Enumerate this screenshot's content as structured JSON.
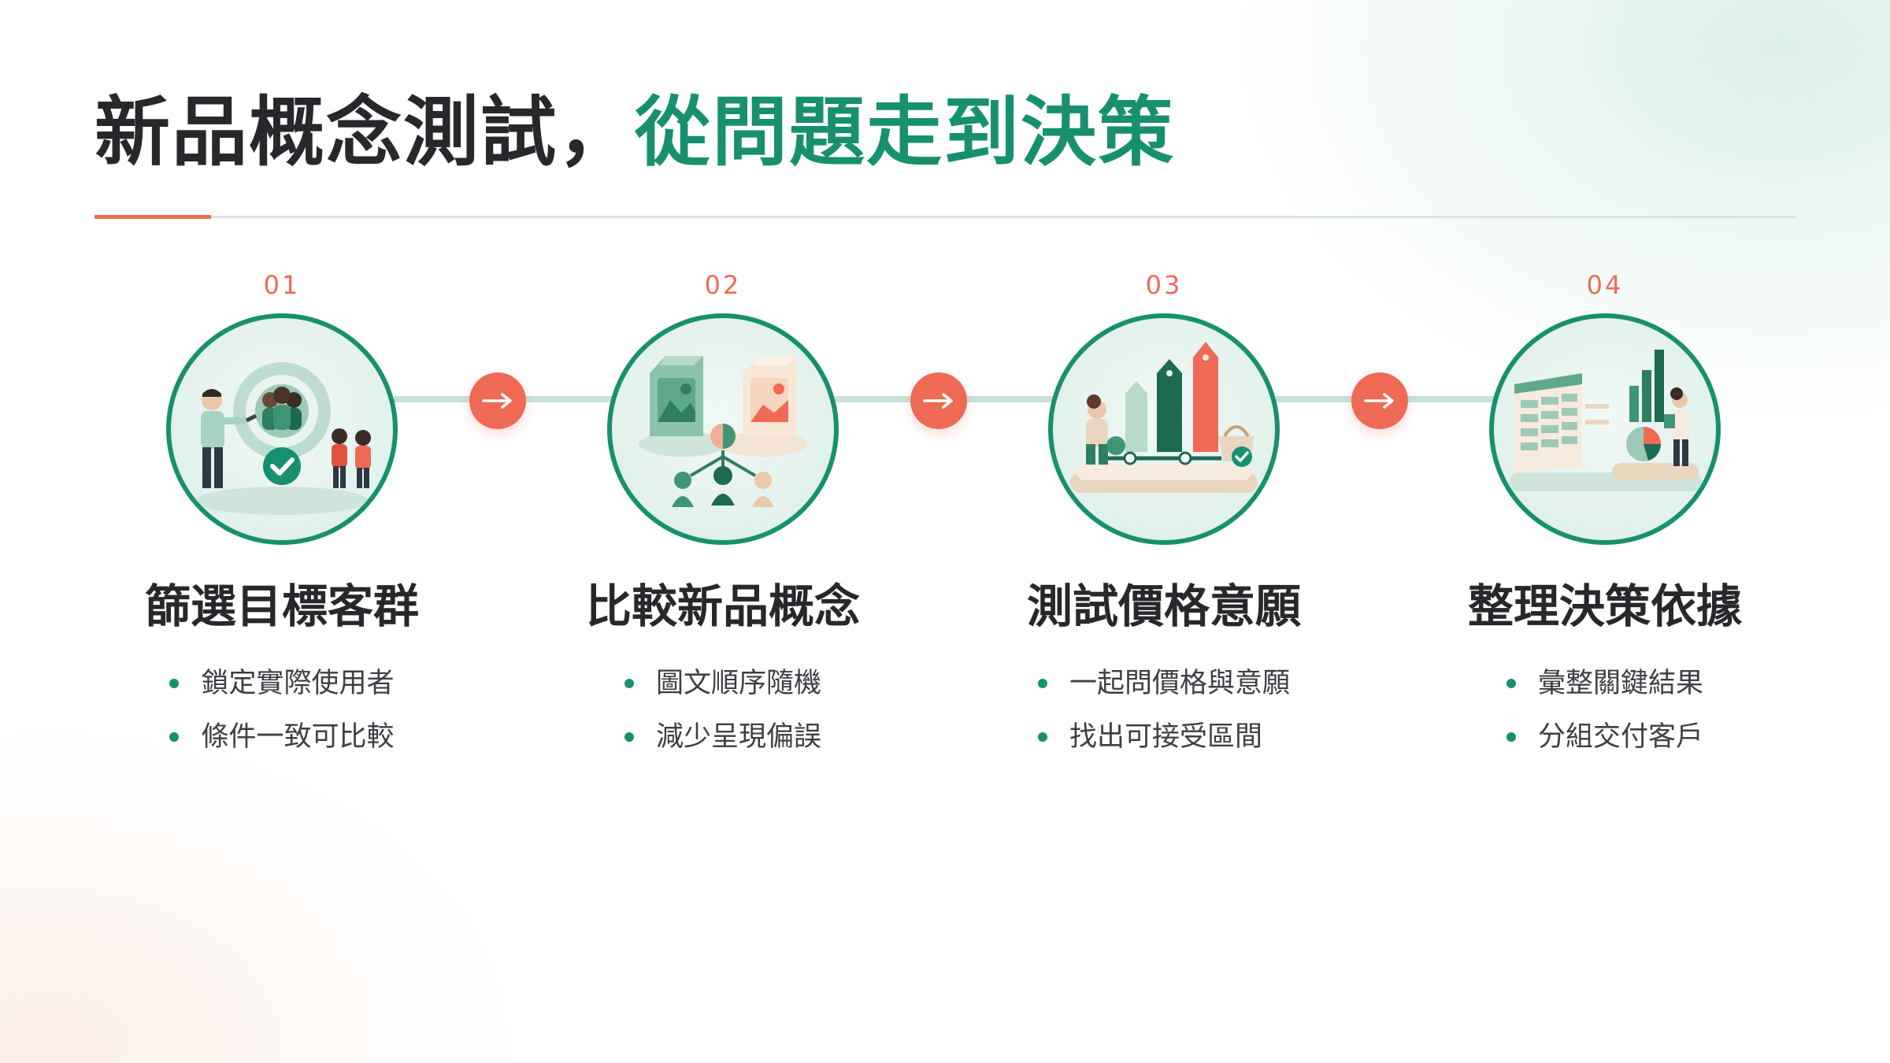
{
  "title": {
    "main": "新品概念測試，",
    "accent": "從問題走到決策"
  },
  "colors": {
    "accent_green": "#17906f",
    "accent_coral": "#ee6a55",
    "text_dark": "#26282b"
  },
  "steps": [
    {
      "number": "01",
      "title": "篩選目標客群",
      "icon": "target-audience-illustration-icon",
      "bullets": [
        "鎖定實際使用者",
        "條件一致可比較"
      ]
    },
    {
      "number": "02",
      "title": "比較新品概念",
      "icon": "concept-comparison-illustration-icon",
      "bullets": [
        "圖文順序隨機",
        "減少呈現偏誤"
      ]
    },
    {
      "number": "03",
      "title": "測試價格意願",
      "icon": "price-tags-illustration-icon",
      "bullets": [
        "一起問價格與意願",
        "找出可接受區間"
      ]
    },
    {
      "number": "04",
      "title": "整理決策依據",
      "icon": "report-dashboard-illustration-icon",
      "bullets": [
        "彙整關鍵結果",
        "分組交付客戶"
      ]
    }
  ],
  "connector_icon": "arrow-right-icon"
}
